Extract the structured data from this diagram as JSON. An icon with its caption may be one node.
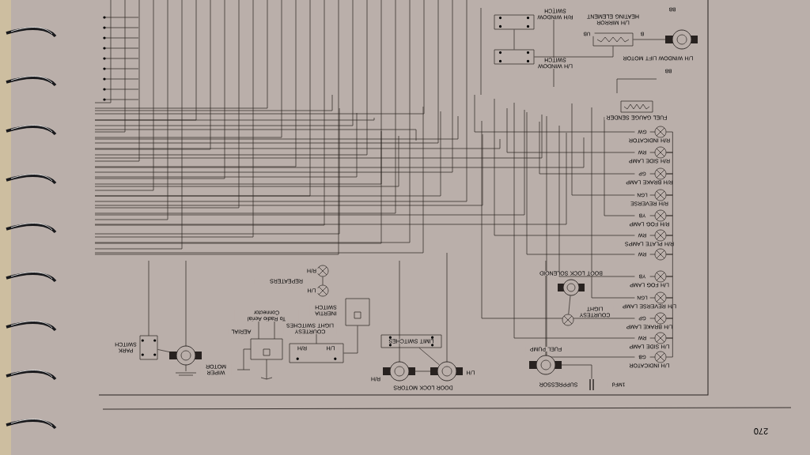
{
  "diagram": {
    "nodes": [
      {
        "text": [
          "R/H WINDOW SWITCH"
        ]
      },
      {
        "text": [
          "L/H WINDOW SWITCH"
        ]
      },
      {
        "text": [
          "L/H MIRROR HEATING ELEMENT"
        ]
      },
      {
        "text": [
          "L/H WINDOW LIFT MOTOR"
        ]
      },
      {
        "text": [
          "FUEL GAUGE SENDER"
        ]
      },
      {
        "text": [
          "R/H INDICATOR"
        ]
      },
      {
        "text": [
          "R/H SIDE LAMP"
        ]
      },
      {
        "text": [
          "R/H BRAKE LAMP"
        ]
      },
      {
        "text": [
          "R/H REVERSE"
        ]
      },
      {
        "text": [
          "R/H FOG LAMP"
        ]
      },
      {
        "text": [
          "R/H PLATE LAMPS"
        ]
      },
      {
        "text": [],
        "shape": "circle"
      },
      {
        "text": [
          "L/H FOG LAMP"
        ]
      },
      {
        "text": [
          "L/H REVERSE LAMP"
        ]
      },
      {
        "text": [
          "L/H BRAKE LAMP"
        ]
      },
      {
        "text": [
          "L/H SIDE LAMP"
        ]
      },
      {
        "text": [
          "L/H INDICATOR"
        ]
      },
      {
        "text": [
          "BOOT LOCK SOLENOID"
        ]
      },
      {
        "text": [
          "COURTESY LIGHT"
        ]
      },
      {
        "text": [
          "FUEL PUMP"
        ]
      },
      {
        "text": [
          "SUPPRESSOR"
        ],
        "beside": [
          "1MFd"
        ]
      },
      {
        "text": [
          "R/H"
        ]
      },
      {
        "text": [
          "L/H"
        ]
      },
      {
        "text": [
          "LIMIT SWITCHES"
        ]
      },
      {
        "text": [
          "R/H"
        ]
      },
      {
        "text": [
          "L/H"
        ]
      },
      {
        "text": [
          "INERTIA SWITCH"
        ]
      },
      {
        "text": [
          "COURTESY LIGHT SWITCHES",
          "R/H",
          "L/H"
        ]
      },
      {
        "text": [
          "AERIAL"
        ]
      },
      {
        "text": [
          "WIPER MOTOR"
        ]
      },
      {
        "text": [
          "PARK SWITCH"
        ]
      }
    ],
    "edges": [
      {
        "from": 0,
        "to": 1,
        "arrow": "none"
      },
      {
        "from": 1,
        "to": 2,
        "arrow": "none"
      },
      {
        "from": 2,
        "to": 3,
        "arrow": "none"
      },
      {
        "from": 5,
        "to": 6,
        "arrow": "none"
      },
      {
        "from": 6,
        "to": 7,
        "arrow": "none"
      },
      {
        "from": 7,
        "to": 8,
        "arrow": "none"
      },
      {
        "from": 8,
        "to": 9,
        "arrow": "none"
      },
      {
        "from": 9,
        "to": 10,
        "arrow": "none"
      },
      {
        "from": 10,
        "to": 11,
        "arrow": "none"
      },
      {
        "from": 11,
        "to": 12,
        "arrow": "none"
      },
      {
        "from": 12,
        "to": 13,
        "arrow": "none"
      },
      {
        "from": 13,
        "to": 14,
        "arrow": "none"
      },
      {
        "from": 14,
        "to": 15,
        "arrow": "none"
      },
      {
        "from": 15,
        "to": 16,
        "arrow": "none"
      },
      {
        "from": 21,
        "to": 22,
        "arrow": "none"
      },
      {
        "from": 22,
        "to": 23,
        "arrow": "none"
      },
      {
        "from": 19,
        "to": 20,
        "arrow": "none"
      },
      {
        "from": 29,
        "to": 30,
        "arrow": "none"
      },
      {
        "from": 26,
        "to": 27,
        "arrow": "none"
      },
      {
        "from": 17,
        "to": 18,
        "arrow": "none"
      },
      {
        "from": 24,
        "to": 25,
        "arrow": "none"
      }
    ],
    "labels": [
      "GW",
      "RW",
      "GP",
      "LGN",
      "YB",
      "RW",
      "RW",
      "YB",
      "LGN",
      "GP",
      "RW",
      "GB",
      "UB",
      "B",
      "BB",
      "BB",
      "DOOR LOCK MOTORS",
      "REPEATERS",
      "To Radio Aerial Connector",
      "270"
    ]
  }
}
